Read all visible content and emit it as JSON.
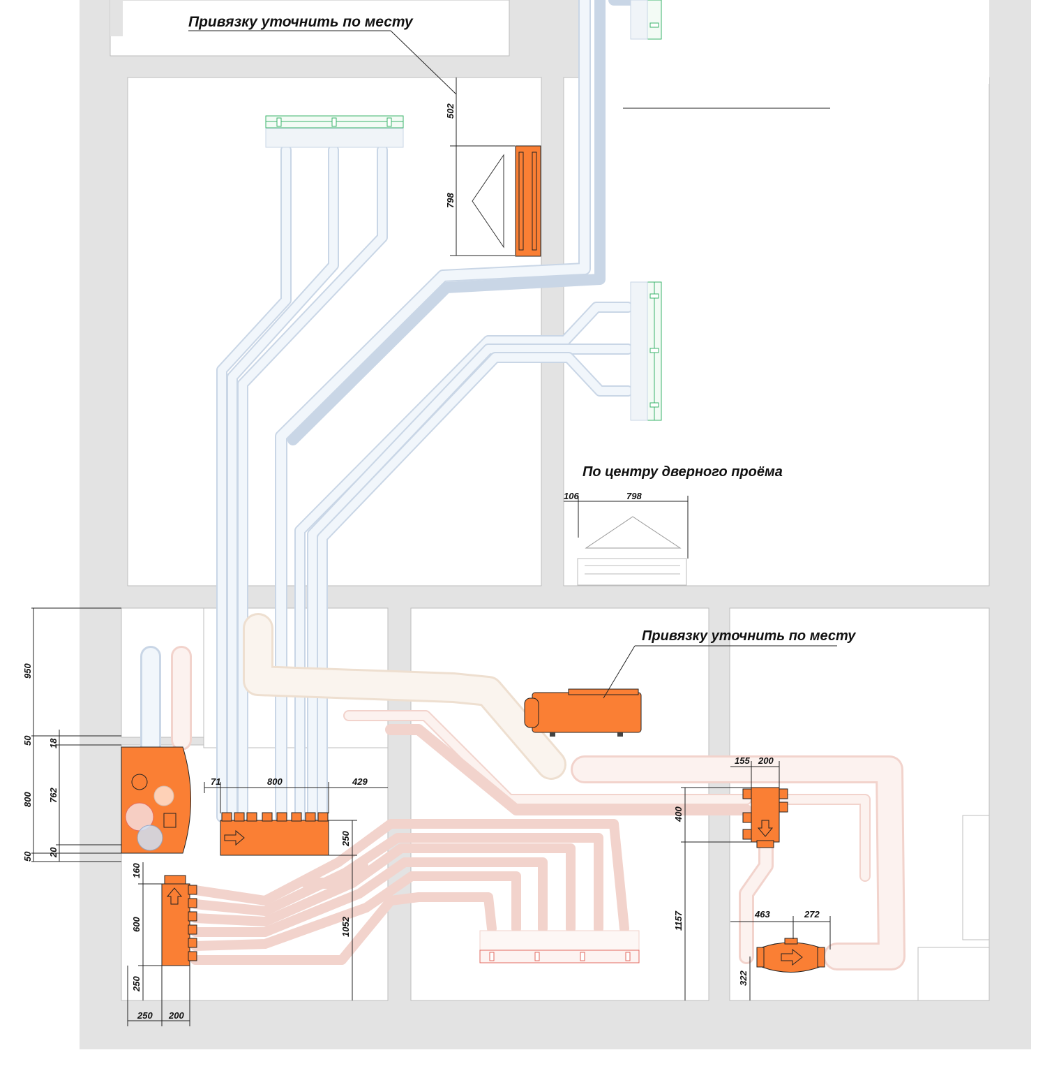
{
  "notes": {
    "top_note": "Привязку уточнить по месту",
    "door_note": "По центру дверного проёма",
    "middle_note": "Привязку уточнить по месту"
  },
  "dimensions": {
    "d502": "502",
    "d798_vertical": "798",
    "d106": "106",
    "d798_horizontal": "798",
    "d950": "950",
    "d50_top": "50",
    "d18": "18",
    "d800_vertical": "800",
    "d762": "762",
    "d50_bottom": "50",
    "d20": "20",
    "d71": "71",
    "d800_horizontal": "800",
    "d429": "429",
    "d250_right": "250",
    "d1052": "1052",
    "d160": "160",
    "d600": "600",
    "d250_bottom": "250",
    "d250_left": "250",
    "d200_left": "200",
    "d155": "155",
    "d200_right": "200",
    "d400": "400",
    "d1157": "1157",
    "d463": "463",
    "d272": "272",
    "d322": "322"
  },
  "colors": {
    "equipment": "#fa7f34",
    "supply_duct": "#c9d6e6",
    "exhaust_duct": "#f2d3cc",
    "wall": "#e3e3e3",
    "supply_grille": "#39b36a",
    "exhaust_grille": "#e26a60"
  },
  "icons": {
    "flow_arrow": "arrow-right-icon",
    "flow_arrow_down": "arrow-down-icon",
    "flow_arrow_up": "arrow-up-icon"
  }
}
